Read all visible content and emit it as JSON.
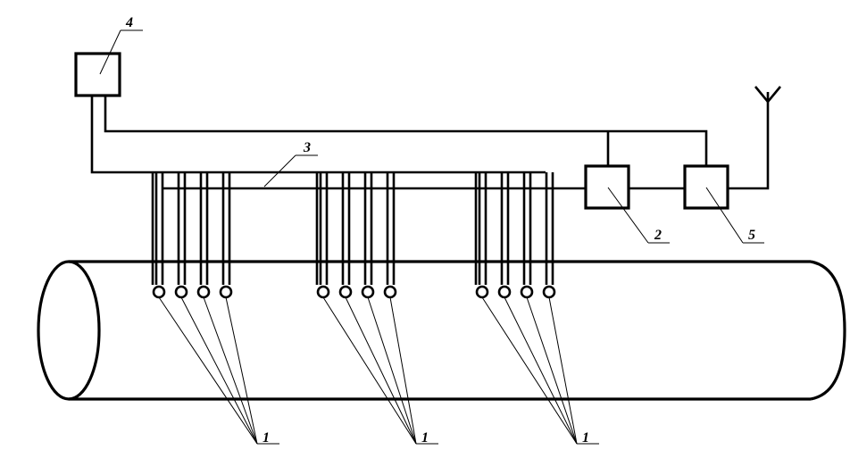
{
  "labels": {
    "sensor": "1",
    "unit_2": "2",
    "bus_3": "3",
    "unit_4": "4",
    "unit_5": "5"
  },
  "sensor_group_count": 3,
  "sensors_per_group": 4
}
